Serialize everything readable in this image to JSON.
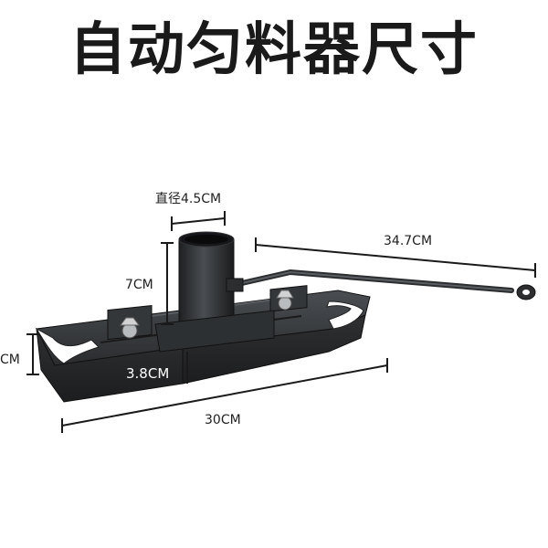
{
  "title": "自动匀料器尺寸",
  "dimensions": {
    "diameter": "直径4.5CM",
    "pipe_height": "7CM",
    "handle_length": "34.7CM",
    "base_height_left": "CM",
    "base_height_front": "3.8CM",
    "base_length": "30CM"
  }
}
